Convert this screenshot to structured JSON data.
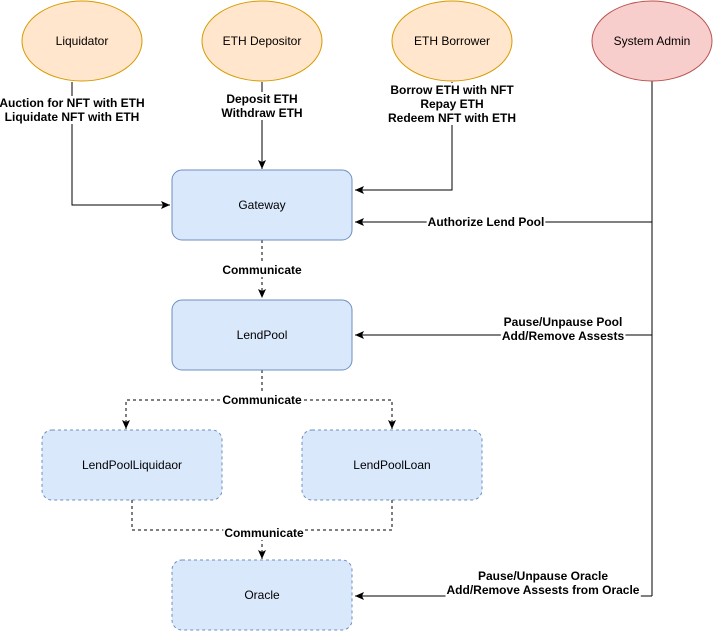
{
  "colors": {
    "actor_fill": "#ffe6cc",
    "actor_stroke": "#d79b00",
    "admin_fill": "#f8cecc",
    "admin_stroke": "#b85450",
    "box_fill": "#dae8fc",
    "box_stroke": "#6c8ebf"
  },
  "actors": {
    "liquidator": "Liquidator",
    "eth_depositor": "ETH Depositor",
    "eth_borrower": "ETH Borrower",
    "system_admin": "System Admin"
  },
  "components": {
    "gateway": "Gateway",
    "lendpool": "LendPool",
    "lendpool_liquidator": "LendPoolLiquidaor",
    "lendpool_loan": "LendPoolLoan",
    "oracle": "Oracle"
  },
  "labels": {
    "liquidator_actions": [
      "Auction for NFT with ETH",
      "Liquidate NFT with ETH"
    ],
    "depositor_actions": [
      "Deposit ETH",
      "Withdraw ETH"
    ],
    "borrower_actions": [
      "Borrow ETH with NFT",
      "Repay ETH",
      "Redeem NFT with ETH"
    ],
    "authorize_lend_pool": "Authorize Lend Pool",
    "pool_admin": [
      "Pause/Unpause Pool",
      "Add/Remove Assests"
    ],
    "oracle_admin": [
      "Pause/Unpause Oracle",
      "Add/Remove Assests from Oracle"
    ],
    "communicate_gateway_lendpool": "Communicate",
    "communicate_lendpool_children": "Communicate",
    "communicate_children_oracle": "Communicate"
  }
}
